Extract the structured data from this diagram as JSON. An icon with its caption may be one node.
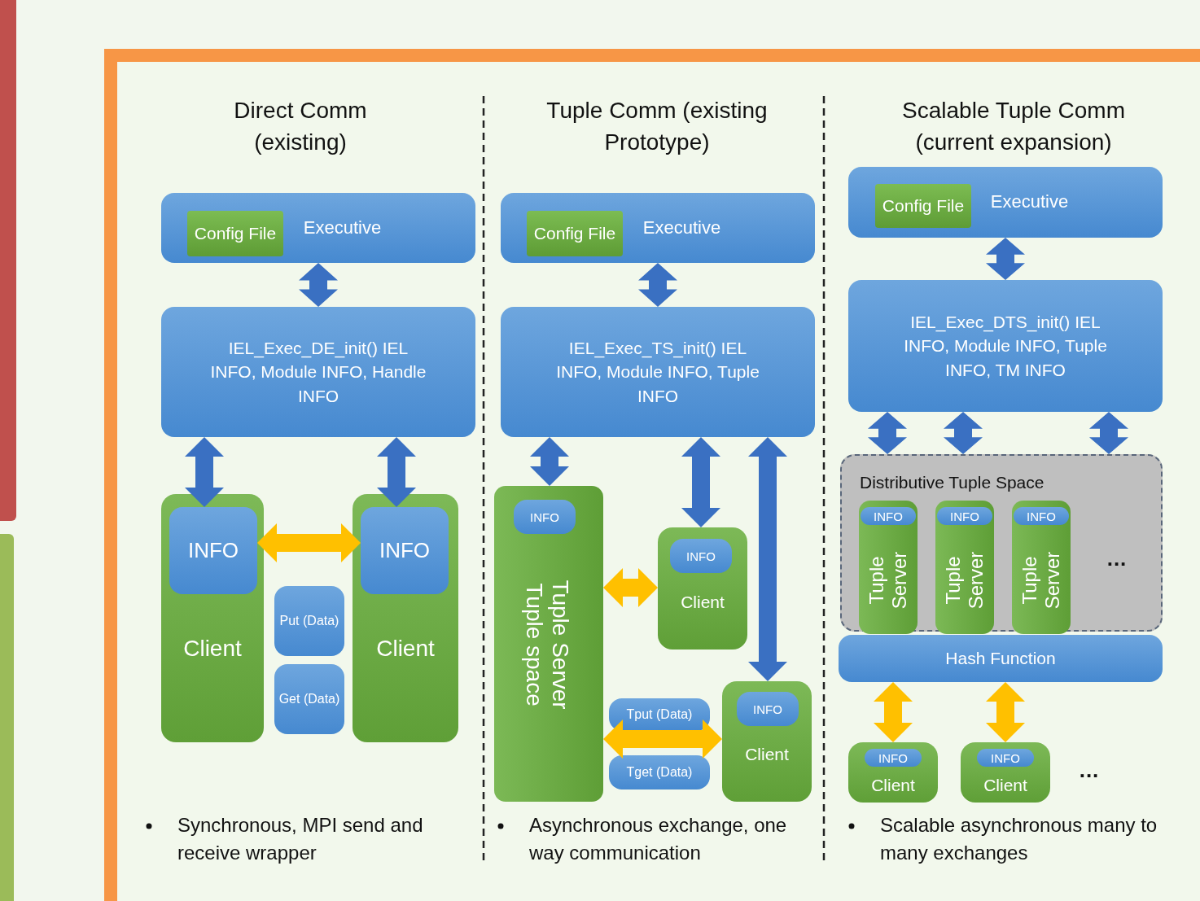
{
  "diagram": {
    "nodes": [
      {
        "text": [
          "Executive"
        ]
      },
      {
        "text": [
          "Config File"
        ],
        "in": 0
      },
      {
        "text": [
          "IEL_Exec_DE_init() IEL INFO, Module INFO, Handle INFO"
        ]
      },
      {
        "text": [
          "Client"
        ]
      },
      {
        "text": [
          "INFO"
        ],
        "in": 3
      },
      {
        "text": [
          "Client"
        ]
      },
      {
        "text": [
          "INFO"
        ],
        "in": 5
      },
      {
        "text": [
          "Put (Data)"
        ]
      },
      {
        "text": [
          "Get (Data)"
        ]
      },
      {
        "text": [
          "Executive"
        ]
      },
      {
        "text": [
          "Config File"
        ],
        "in": 9
      },
      {
        "text": [
          "IEL_Exec_TS_init() IEL INFO, Module INFO, Tuple INFO"
        ]
      },
      {
        "text": [
          "Tuple Server",
          "Tuple space"
        ]
      },
      {
        "text": [
          "INFO"
        ],
        "in": 12
      },
      {
        "text": [
          "Client"
        ]
      },
      {
        "text": [
          "INFO"
        ],
        "in": 14
      },
      {
        "text": [
          "Tput (Data)"
        ]
      },
      {
        "text": [
          "Tget (Data)"
        ]
      },
      {
        "text": [
          "Client"
        ]
      },
      {
        "text": [
          "INFO"
        ],
        "in": 18
      },
      {
        "text": [
          "Executive"
        ]
      },
      {
        "text": [
          "Config File"
        ],
        "in": 20
      },
      {
        "text": [
          "IEL_Exec_DTS_init() IEL INFO, Module INFO, Tuple INFO, TM INFO"
        ]
      },
      {
        "text": [
          "Distributive Tuple Space"
        ]
      },
      {
        "text": [
          "Tuple Server"
        ],
        "in": 23
      },
      {
        "text": [
          "INFO"
        ],
        "in": 24
      },
      {
        "text": [
          "Tuple Server"
        ],
        "in": 23
      },
      {
        "text": [
          "INFO"
        ],
        "in": 26
      },
      {
        "text": [
          "Tuple Server"
        ],
        "in": 23
      },
      {
        "text": [
          "INFO"
        ],
        "in": 28
      },
      {
        "text": [
          "Hash Function"
        ]
      },
      {
        "text": [
          "Client"
        ]
      },
      {
        "text": [
          "INFO"
        ],
        "in": 31
      },
      {
        "text": [
          "Client"
        ]
      },
      {
        "text": [
          "INFO"
        ],
        "in": 33
      }
    ],
    "edges": [
      {
        "from": 0,
        "to": 2,
        "arrow": "both"
      },
      {
        "from": 2,
        "to": 4,
        "arrow": "both"
      },
      {
        "from": 2,
        "to": 6,
        "arrow": "both"
      },
      {
        "from": 4,
        "to": 6,
        "arrow": "both",
        "color": "#ffc000"
      },
      {
        "from": 9,
        "to": 11,
        "arrow": "both"
      },
      {
        "from": 11,
        "to": 12,
        "arrow": "both"
      },
      {
        "from": 11,
        "to": 14,
        "arrow": "both"
      },
      {
        "from": 11,
        "to": 18,
        "arrow": "both"
      },
      {
        "from": 12,
        "to": 14,
        "arrow": "both",
        "color": "#ffc000"
      },
      {
        "from": 12,
        "to": 18,
        "arrow": "both",
        "color": "#ffc000"
      },
      {
        "from": 20,
        "to": 22,
        "arrow": "both"
      },
      {
        "from": 22,
        "to": 23,
        "arrow": "both"
      },
      {
        "from": 22,
        "to": 23,
        "arrow": "both"
      },
      {
        "from": 22,
        "to": 23,
        "arrow": "both"
      },
      {
        "from": 30,
        "to": 31,
        "arrow": "both",
        "color": "#ffc000"
      },
      {
        "from": 30,
        "to": 33,
        "arrow": "both",
        "color": "#ffc000"
      }
    ],
    "labels": [
      "Direct Comm (existing)",
      "Tuple Comm (existing Prototype)",
      "Scalable Tuple Comm (current expansion)",
      "...",
      "...",
      "Synchronous, MPI send and receive wrapper",
      "Asynchronous exchange, one way communication",
      "Scalable asynchronous  many to many exchanges"
    ]
  }
}
